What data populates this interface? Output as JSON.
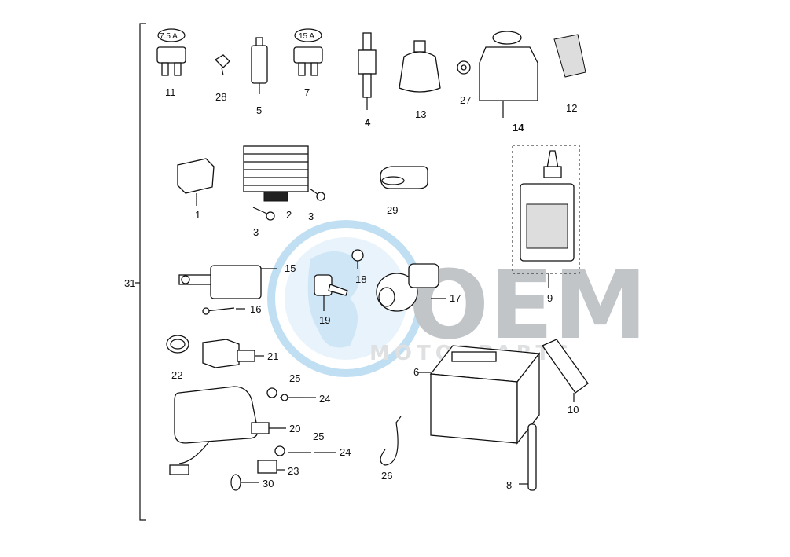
{
  "group_label": "31",
  "fuse_ratings": {
    "fuse_11": "7.5 A",
    "fuse_7": "15 A"
  },
  "callouts": {
    "p1": "1",
    "p2": "2",
    "p3a": "3",
    "p3b": "3",
    "p4": "4",
    "p5": "5",
    "p6": "6",
    "p7": "7",
    "p8": "8",
    "p9": "9",
    "p10": "10",
    "p11": "11",
    "p12": "12",
    "p13": "13",
    "p14": "14",
    "p15": "15",
    "p16": "16",
    "p17": "17",
    "p18": "18",
    "p19": "19",
    "p20": "20",
    "p21": "21",
    "p22": "22",
    "p23": "23",
    "p24a": "24",
    "p24b": "24",
    "p25a": "25",
    "p25b": "25",
    "p26": "26",
    "p27": "27",
    "p28": "28",
    "p29": "29",
    "p30": "30"
  },
  "watermark": {
    "brand": "OEM",
    "sub": "MOTORPARTS"
  }
}
